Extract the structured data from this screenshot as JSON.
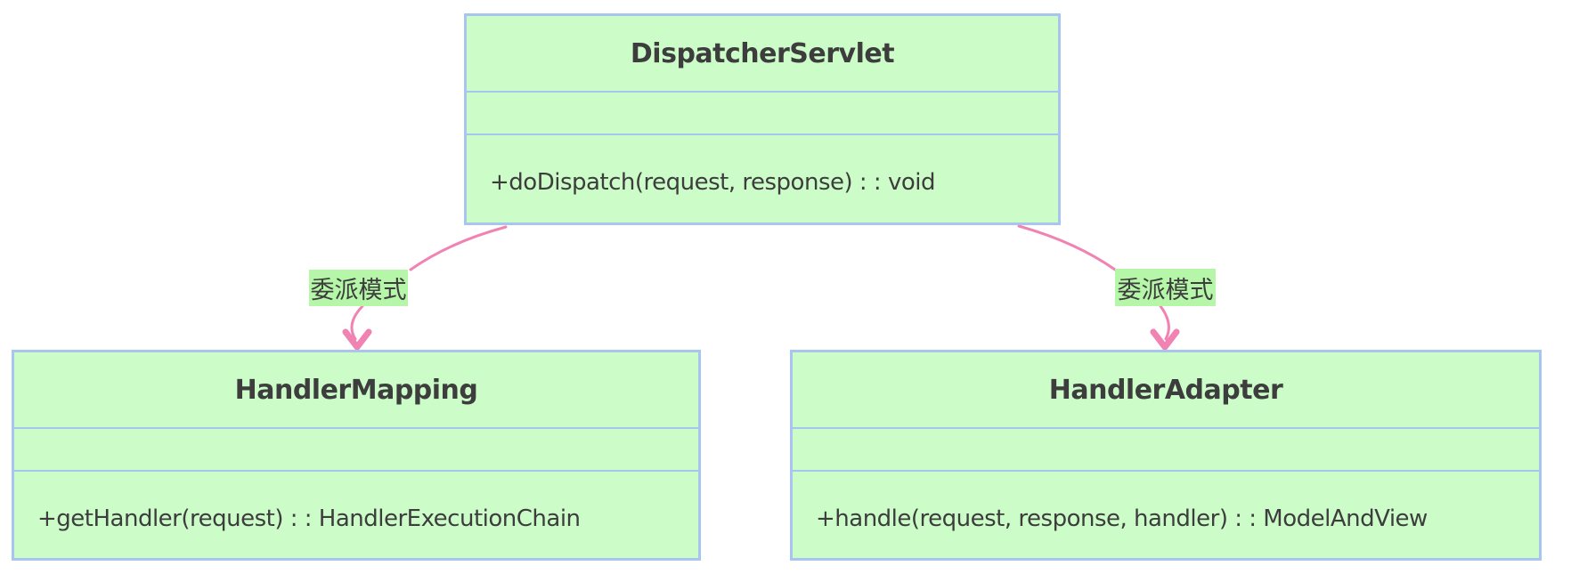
{
  "diagram": {
    "classes": [
      {
        "name": "DispatcherServlet",
        "attributes": "",
        "method": "+doDispatch(request, response) : : void"
      },
      {
        "name": "HandlerMapping",
        "attributes": "",
        "method": "+getHandler(request) : : HandlerExecutionChain"
      },
      {
        "name": "HandlerAdapter",
        "attributes": "",
        "method": "+handle(request, response, handler) : : ModelAndView"
      }
    ],
    "edge_labels": [
      {
        "text": "委派模式"
      },
      {
        "text": "委派模式"
      }
    ],
    "colors": {
      "class_fill": "#ccfdc9",
      "class_border": "#a8c4f0",
      "label_fill": "#b5f6a8",
      "connector": "#f183b3",
      "text": "#3d3d3d"
    }
  }
}
